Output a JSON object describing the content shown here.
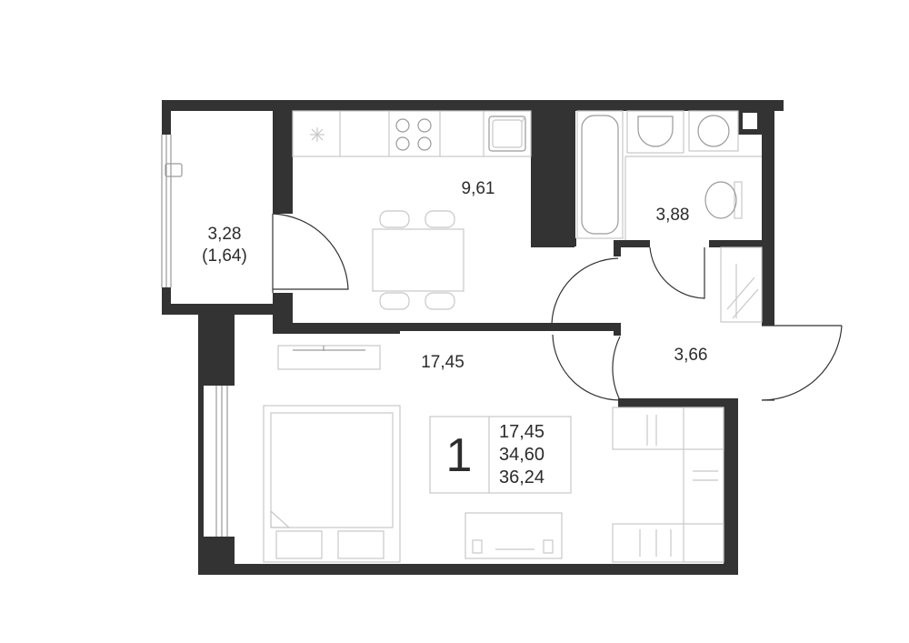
{
  "rooms": [
    {
      "id": "kitchen",
      "area": "9,61"
    },
    {
      "id": "balcony",
      "area": "3,28",
      "reduced": "(1,64)"
    },
    {
      "id": "bathroom",
      "area": "3,88"
    },
    {
      "id": "hallway",
      "area": "3,66"
    },
    {
      "id": "living-room",
      "area": "17,45"
    }
  ],
  "summary": {
    "rooms_count": "1",
    "living_area": "17,45",
    "total_area": "34,60",
    "total_with_balcony": "36,24"
  }
}
